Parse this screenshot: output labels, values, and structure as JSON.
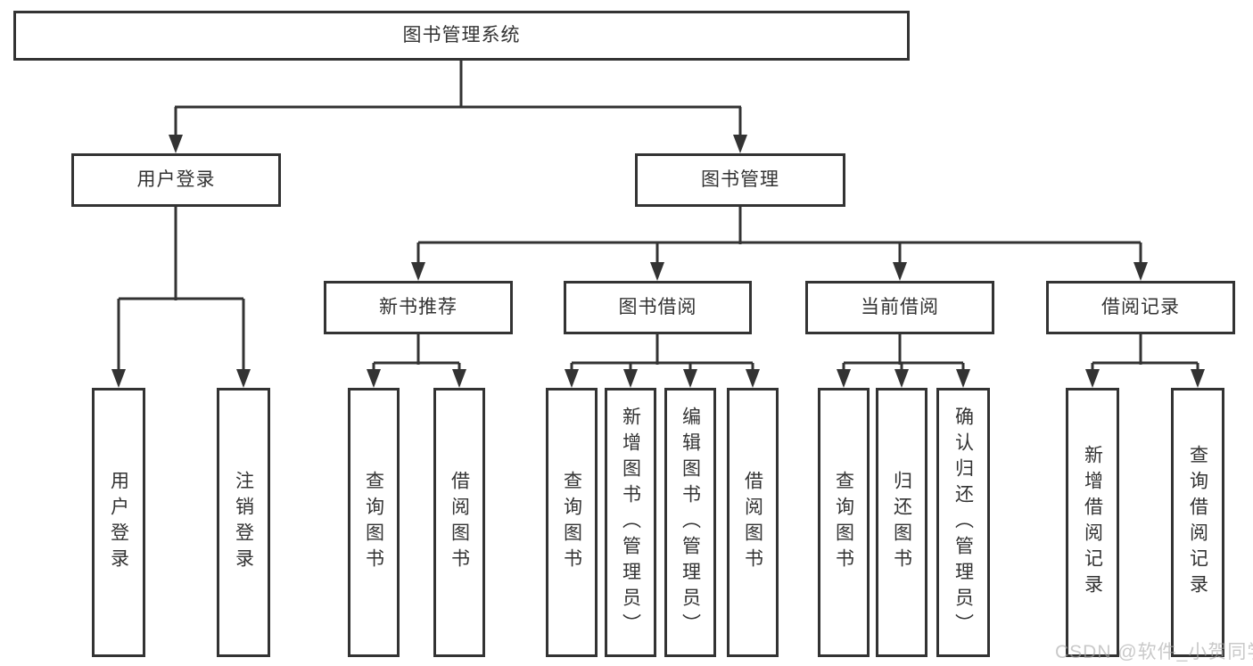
{
  "tree": {
    "label": "图书管理系统",
    "children": [
      {
        "label": "用户登录",
        "children": [
          {
            "label": "用户登录"
          },
          {
            "label": "注销登录"
          }
        ]
      },
      {
        "label": "图书管理",
        "children": [
          {
            "label": "新书推荐",
            "children": [
              {
                "label": "查询图书"
              },
              {
                "label": "借阅图书"
              }
            ]
          },
          {
            "label": "图书借阅",
            "children": [
              {
                "label": "查询图书"
              },
              {
                "label": "新增图书（管理员）"
              },
              {
                "label": "编辑图书（管理员）"
              },
              {
                "label": "借阅图书"
              }
            ]
          },
          {
            "label": "当前借阅",
            "children": [
              {
                "label": "查询图书"
              },
              {
                "label": "归还图书"
              },
              {
                "label": "确认归还（管理员）"
              }
            ]
          },
          {
            "label": "借阅记录",
            "children": [
              {
                "label": "新增借阅记录"
              },
              {
                "label": "查询借阅记录"
              }
            ]
          }
        ]
      }
    ]
  },
  "watermark": "CSDN @软件_小贺同学",
  "colors": {
    "line": "#333333",
    "text": "#333333",
    "box_background": "#ffffff",
    "page_background": "#ffffff",
    "watermark": "#b5b5b5"
  }
}
